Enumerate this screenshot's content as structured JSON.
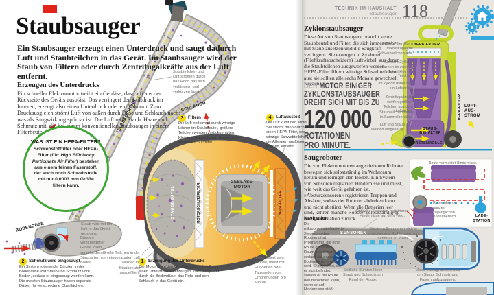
{
  "palette": {
    "accent_red": "#e0231f",
    "lime_green": "#c3d62e",
    "purple": "#8a63a8",
    "blue": "#2ea3dc",
    "orange": "#f0a22e",
    "yellow": "#f2e20f",
    "hepa_ring_green": "#3fa535"
  },
  "left": {
    "title": "Staubsauger",
    "intro": "Ein Staubsauger erzeugt einen Unterdruck und saugt dadurch Luft und Staubteilchen in das Gerät. Im Staubsauger wird der Staub von Filtern oder durch Zentrifugalkräfte aus der Luft entfernt.",
    "section_heading": "Erzeugen des Unterdrucks",
    "section_body": "Ein schneller Elektromotor treibt ein Gebläse, das Luft aus der Rückseite des Geräts ausbläst. Das verringert den Luftdruck im Inneren, erzeugt also einen Unterdruck oder ein Vakuum. Zum Druckausgleich strömt Luft von außen durch Düse und Schlauch nach, was als Saugwirkung spürbar ist. Die Luft reißt Staub, Haare und Schmutz mit, die bei einem konventionellen Staubsauger in einem Filterbeutel landen.",
    "hepa_box": {
      "heading": "WAS IST EIN HEPA-FILTER?",
      "body_pre": "Schwebstofffilter oder HEPA-Filter (für: ",
      "body_italic": "High Efficiency Particulate Air Filter",
      "body_post": ") bestehen aus einem feinen Faserstoff, der auch noch Schwebstoffe mit nur 0,0003 mm Größe filtern kann."
    },
    "labels": {
      "bodenduese": "BODENDÜSE",
      "teleskoprohr": "TELESKOPROHR",
      "schlauch": "SCHLAUCH",
      "staubbeutel": "STAUBBEUTEL",
      "motorschutzfilter": "MOTORSCHUTZFILTER",
      "geblaese_motor": "GEBLÄSE-MOTOR",
      "hepa_filter": "HEPA-FILTER"
    },
    "notes": {
      "rohr": "Staubteilchen und Luft strömen durch das Rohr, das sich verlängern und verkürzen lässt.",
      "staub_einzug": "Staub wird mit der Luft in das Gerät gezogen.",
      "buersten": "Bürsten verschiedener Größe lösen verschiedene Staubarten vom Boden.",
      "beutel": "Große Teilchen in der eingesaugten Luft werden im Staubbeutel ausgefiltert.",
      "motor": "Motor rotiert sehr schnell, meist mit Hunderten oder Tausenden von Umdrehungen pro Minute."
    },
    "steps": [
      {
        "num": "1",
        "title": "Erzeugung des Unterdrucks",
        "text": "Der Motor dreht das Gebläse sehr schnell, um einen Unterdruck zu erzeugen. Dies saugt Luft durch die Bodendüse, das Rohr und den Schlauch in das Gerät ein."
      },
      {
        "num": "2",
        "title": "Schmutz wird eingesaugt",
        "text": "Ein System rotierender Bürsten in der Bodendüse löst Staub und Schmutz vom Boden, sodass er eingesaugt werden kann. Die meisten Staubsauger haben separate Düsen für verschiedene Oberflächen."
      },
      {
        "num": "3",
        "title": "Filtern",
        "text": "Die Luft entkommt durch winzige Löcher im Staubbeutel, größere Teilchen werden zurückgehalten. Kleinere Staubteilchen fangen sich im Motorschutzfilter."
      },
      {
        "num": "4",
        "title": "Luftausstoß",
        "text": "Die Luft kühlt den Motor. Sie strömt dann durch einen HEPA-Filter, der winzige Schwebteilchen, die Allergien auslösen können, entfernt."
      }
    ]
  },
  "right": {
    "header": {
      "kicker": "TECHNIK IM HAUSHALT",
      "kicker_sub": "Staubsauger",
      "page_number": "118"
    },
    "cyclone": {
      "heading": "Zyklonstaubsauger",
      "body": "Diese Art von Staubsaugern braucht keine Staubbeutel und Filter, die sich immer mehr mit Staub zusetzen und die Saugkraft verringern. Sie erzeugen in Zyklonen (Fliehkraftabscheidern) Luftwirbel, aus denen die Staubteilchen ausgeworfen werden. HEPA-Filter filtern winzige Schwebteilchen aus; sie sollten alle sechs Monate gewechselt werden.",
      "stat": {
        "lead": "DER",
        "line1": "MOTOR EINIGER",
        "line2": "ZYKLONSTAUBSAUGER",
        "line3": "DREHT SICH MIT BIS ZU",
        "number": "120 000",
        "line4": "ROTATIONEN",
        "line5": "PRO MINUTE."
      },
      "labels": {
        "hepa_top": "HEPA-FILTER",
        "hepa_side": "HEPA-FILTER",
        "luftausstrom": "LUFT-AUS-STROM",
        "staubbehaelter": "STAUB-BEHÄLTER",
        "buerstenrolle": "BÜRSTENROLLE"
      },
      "notes": {
        "hepa": "HEPA-Filter filtern mikroskopische Schwebteilchen aus.",
        "zyklone": "Kleinere Zyklone entfernen im zweiten Schritt kleinere Teilchen.",
        "wirbel": "Im Zyklon bildet sich ein Luftwirbel.",
        "zentrifugal": "Zentrifugalkräfte werfen größere Teilchen aus dem Luftwirbel.",
        "staubfall": "Staubteilchen fallen in Sammelbehälter.",
        "einsaugen": "Luft und Staub werden eingesaugt."
      }
    },
    "robot": {
      "heading": "Saugroboter",
      "body": "Die von Elektromotoren angetriebenen Roboter bewegen sich selbstständig im Wohnraum herum und reinigen den Boden. Ein System von Sensoren registriert Hindernisse und misst, wie weit das Gerät gefahren ist. »Absturzsensoren« registrieren Treppen und Absätze, sodass der Roboter abdrehen kann und nicht abstürzt. Wenn die Batterien leer sind, kehren manche Roboter selbstständig zu einer Ladestation zurück.",
      "nav_heading": "Navigation",
      "nav_body": "Die mikroprozessorbasierte Steuerung des Roboters hat Programme, die eine Route durch den Raum berechnen, sodass die ganze Bodenfläche erreicht wird. Er registriert, wo er sich befindet, sodass er die Route neu berechnen kann, wenn er auf Hindernisse stößt.",
      "labels": {
        "sensoren": "SENSOREN",
        "ladestation": "LADE-STATION"
      },
      "notes": {
        "optisch": "Optische Sensoren registrieren Hindernisse auf dem Weg.",
        "buerstenrollen": "Bürstenrollen drehen sich in verschiedene Richtungen, um Schmutz zu lösen.",
        "seitlich": "Seitliche Bürsten lösen Staub und Schmutz am Rand der Route.",
        "motor": "Motor erzeugt Unterdruck, um Staub, Schmutz und Fasern aufzusaugen.",
        "route_hindernisse": "Route vermeidet Hindernisse.",
        "route_flaeche": "Route über den ganzen zugänglichen Bodenbereich"
      }
    }
  }
}
